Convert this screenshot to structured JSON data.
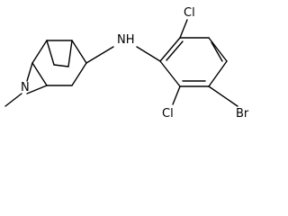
{
  "structure": {
    "atoms": {
      "ring_n": "N",
      "amine": "NH",
      "chlorine_top": "Cl",
      "chlorine_bottom": "Cl",
      "bromine": "Br"
    },
    "colors": {
      "bond": "#000000",
      "label": "#000000",
      "background": "#ffffff"
    }
  }
}
